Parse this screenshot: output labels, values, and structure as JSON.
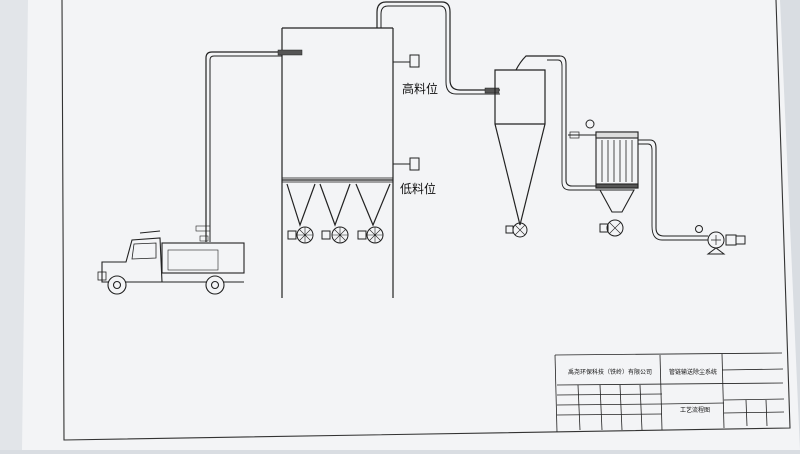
{
  "labels": {
    "high_level": "高料位",
    "low_level": "低料位"
  },
  "title_block": {
    "company": "禹尧环保科技（铁岭）有限公司",
    "drawing_name": "管链输送除尘系统",
    "sheet_title": "工艺流程图"
  }
}
